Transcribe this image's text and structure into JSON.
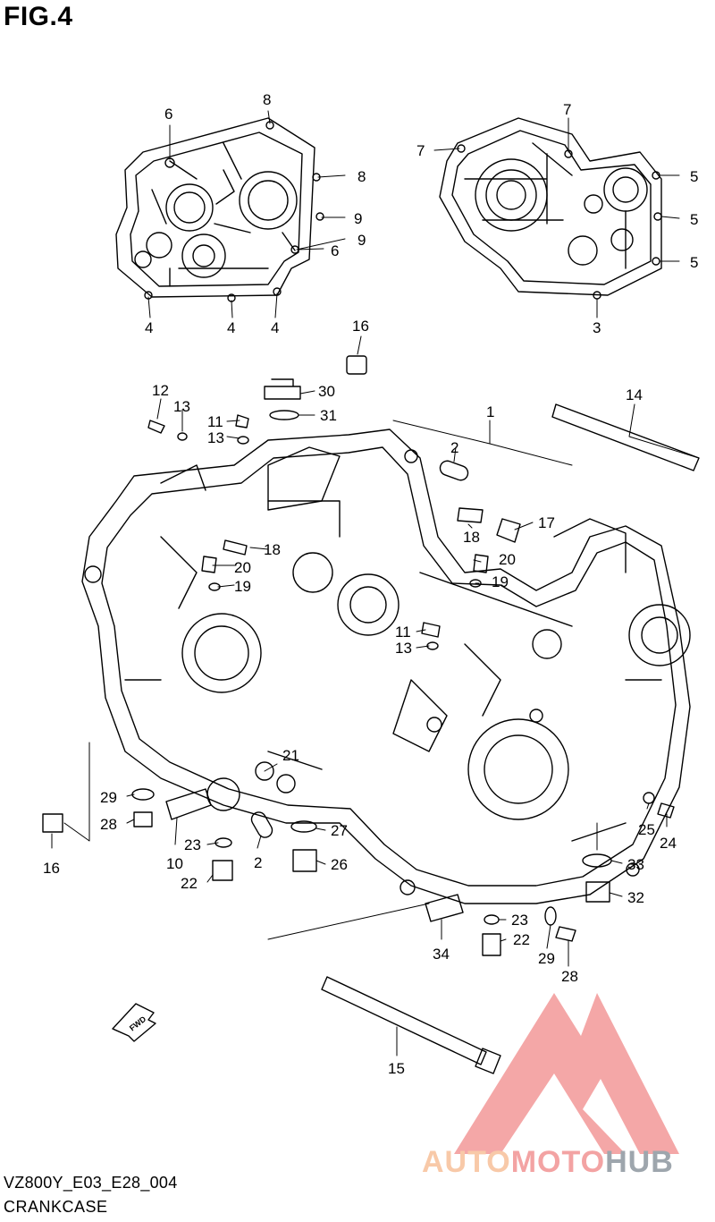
{
  "figure": {
    "title": "FIG.4"
  },
  "footer": {
    "model_code": "VZ800Y_E03_E28_004",
    "section_name": "CRANKCASE"
  },
  "watermark": {
    "part_a": "AUTO",
    "part_b": "MOTO",
    "part_c": "HUB",
    "colors": {
      "a": "#f8c9a8",
      "b": "#f3a3a3",
      "c": "#9ea6ad"
    }
  },
  "fwd_arrow": {
    "label": "FWD"
  },
  "callouts": [
    {
      "id": "c1",
      "label": "6"
    },
    {
      "id": "c2",
      "label": "8"
    },
    {
      "id": "c3",
      "label": "8"
    },
    {
      "id": "c4",
      "label": "9"
    },
    {
      "id": "c5",
      "label": "9"
    },
    {
      "id": "c6",
      "label": "6"
    },
    {
      "id": "c7",
      "label": "4"
    },
    {
      "id": "c8",
      "label": "4"
    },
    {
      "id": "c9",
      "label": "4"
    },
    {
      "id": "c10",
      "label": "7"
    },
    {
      "id": "c11",
      "label": "7"
    },
    {
      "id": "c12",
      "label": "5"
    },
    {
      "id": "c13",
      "label": "5"
    },
    {
      "id": "c14",
      "label": "5"
    },
    {
      "id": "c15",
      "label": "3"
    },
    {
      "id": "c16",
      "label": "16"
    },
    {
      "id": "c17",
      "label": "30"
    },
    {
      "id": "c18",
      "label": "31"
    },
    {
      "id": "c19",
      "label": "12"
    },
    {
      "id": "c20",
      "label": "13"
    },
    {
      "id": "c21",
      "label": "11"
    },
    {
      "id": "c22",
      "label": "13"
    },
    {
      "id": "c23",
      "label": "14"
    },
    {
      "id": "c24",
      "label": "1"
    },
    {
      "id": "c25",
      "label": "2"
    },
    {
      "id": "c26",
      "label": "18"
    },
    {
      "id": "c27",
      "label": "17"
    },
    {
      "id": "c28",
      "label": "18"
    },
    {
      "id": "c29",
      "label": "20"
    },
    {
      "id": "c30",
      "label": "19"
    },
    {
      "id": "c31",
      "label": "20"
    },
    {
      "id": "c32",
      "label": "19"
    },
    {
      "id": "c33",
      "label": "11"
    },
    {
      "id": "c34",
      "label": "13"
    },
    {
      "id": "c35",
      "label": "21"
    },
    {
      "id": "c36",
      "label": "29"
    },
    {
      "id": "c37",
      "label": "28"
    },
    {
      "id": "c38",
      "label": "16"
    },
    {
      "id": "c39",
      "label": "10"
    },
    {
      "id": "c40",
      "label": "23"
    },
    {
      "id": "c41",
      "label": "22"
    },
    {
      "id": "c42",
      "label": "2"
    },
    {
      "id": "c43",
      "label": "27"
    },
    {
      "id": "c44",
      "label": "26"
    },
    {
      "id": "c45",
      "label": "25"
    },
    {
      "id": "c46",
      "label": "24"
    },
    {
      "id": "c47",
      "label": "33"
    },
    {
      "id": "c48",
      "label": "32"
    },
    {
      "id": "c49",
      "label": "23"
    },
    {
      "id": "c50",
      "label": "22"
    },
    {
      "id": "c51",
      "label": "34"
    },
    {
      "id": "c52",
      "label": "29"
    },
    {
      "id": "c53",
      "label": "28"
    },
    {
      "id": "c54",
      "label": "15"
    }
  ]
}
